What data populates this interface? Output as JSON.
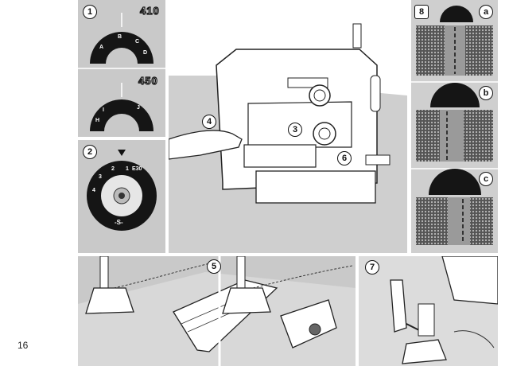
{
  "page_number": "16",
  "panels": {
    "p1": {
      "marker": "1",
      "model_top": "410",
      "model_bottom": "450",
      "dial_top_letters": [
        "A",
        "B",
        "C",
        "D"
      ],
      "dial_bottom_letters": [
        "H",
        "I",
        "J"
      ]
    },
    "p2": {
      "marker": "2",
      "dial_numbers": [
        "4",
        "3",
        "2",
        "1",
        "E30"
      ],
      "dial_bottom": "-S-"
    },
    "machine": {
      "markers": [
        "4",
        "3",
        "6"
      ]
    },
    "p8": {
      "marker": "8",
      "sub": [
        "a",
        "b",
        "c"
      ]
    },
    "p5": {
      "marker": "5"
    },
    "p7": {
      "marker": "7"
    }
  }
}
